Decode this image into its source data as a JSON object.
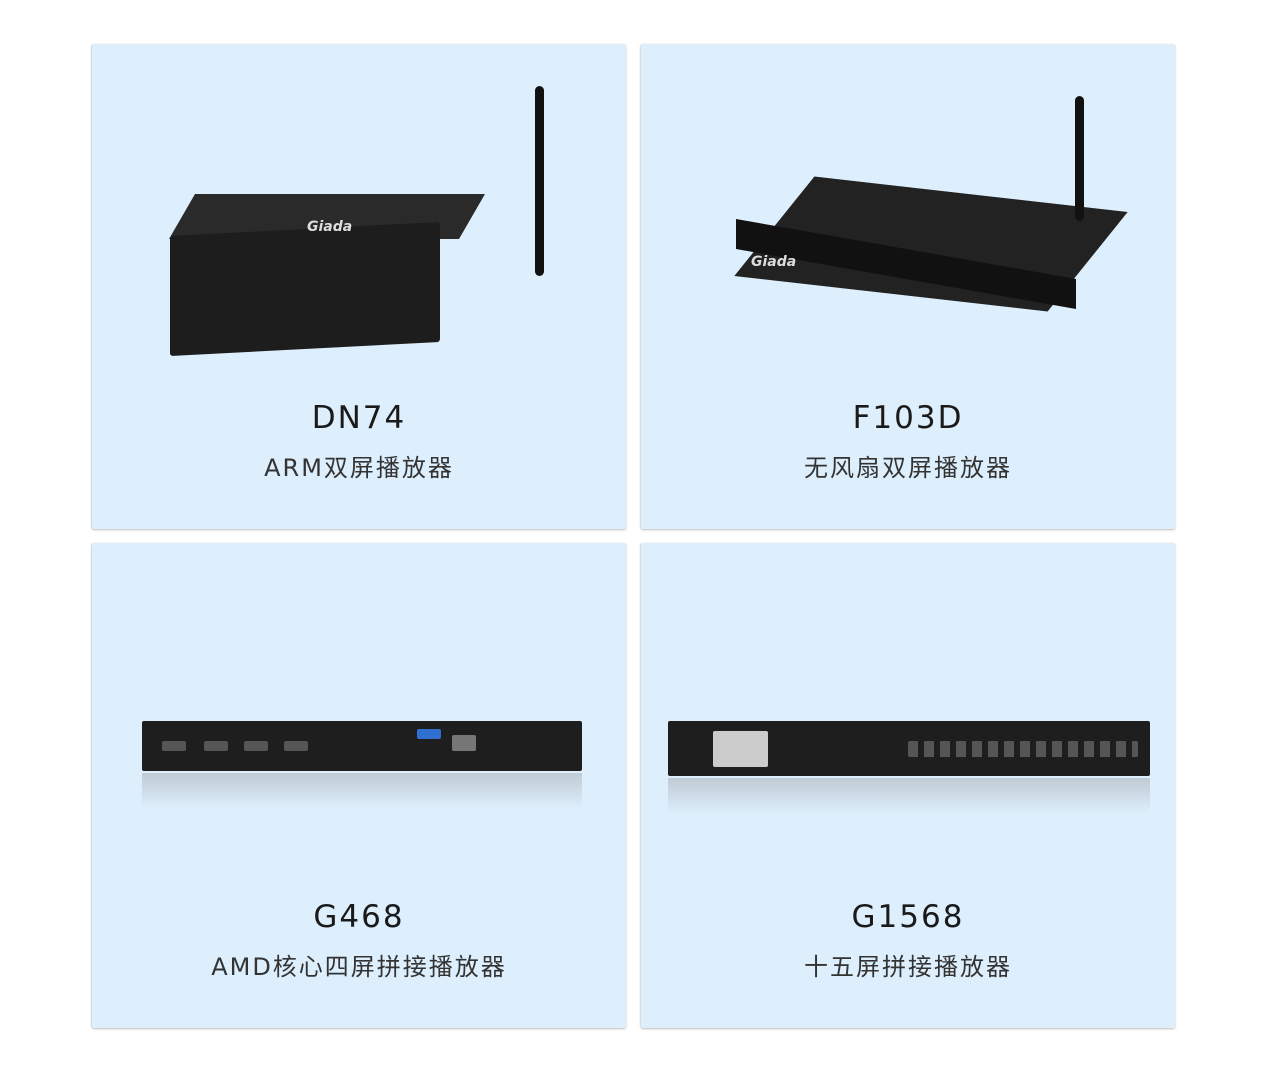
{
  "products": [
    {
      "name": "DN74",
      "desc": "ARM双屏播放器",
      "logo": "Giada"
    },
    {
      "name": "F103D",
      "desc": "无风扇双屏播放器",
      "logo": "Giada"
    },
    {
      "name": "G468",
      "desc": "AMD核心四屏拼接播放器"
    },
    {
      "name": "G1568",
      "desc": "十五屏拼接播放器"
    }
  ]
}
